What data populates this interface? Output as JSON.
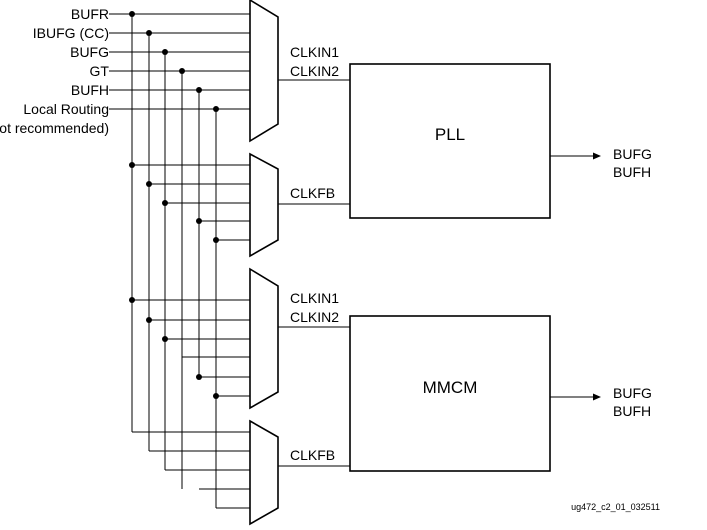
{
  "sources": [
    "BUFR",
    "IBUFG (CC)",
    "BUFG",
    "GT",
    "BUFH",
    "Local Routing"
  ],
  "sources_note": "(not recommended)",
  "blocks": [
    {
      "name": "PLL",
      "in1": "CLKIN1",
      "in2": "CLKIN2",
      "fb": "CLKFB",
      "out1": "BUFG",
      "out2": "BUFH"
    },
    {
      "name": "MMCM",
      "in1": "CLKIN1",
      "in2": "CLKIN2",
      "fb": "CLKFB",
      "out1": "BUFG",
      "out2": "BUFH"
    }
  ],
  "figure_id": "ug472_c2_01_032511"
}
